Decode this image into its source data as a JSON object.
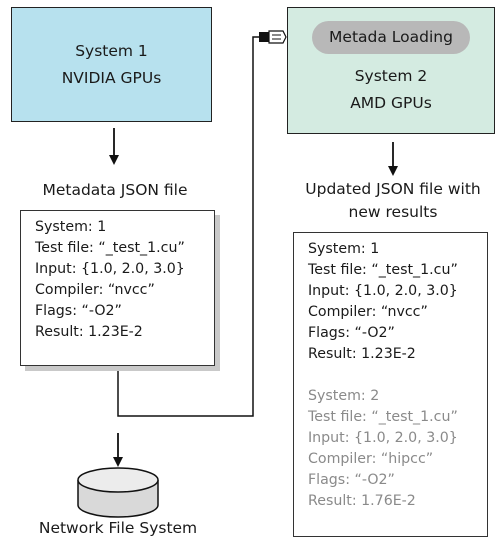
{
  "system1": {
    "line1": "System 1",
    "line2": "NVIDIA GPUs"
  },
  "system2": {
    "pill": "Metada Loading",
    "line1": "System 2",
    "line2": "AMD GPUs"
  },
  "metadata_label": "Metadata JSON file",
  "updated_label": {
    "line1": "Updated JSON file with",
    "line2": "new results"
  },
  "json1": {
    "rows": [
      "System: 1",
      "Test file: “_test_1.cu”",
      "Input:  {1.0, 2.0, 3.0}",
      "Compiler: “nvcc”",
      "Flags:  “-O2”",
      "Result: 1.23E-2"
    ]
  },
  "json2": {
    "rows": [
      "System: 1",
      "Test file: “_test_1.cu”",
      "Input:  {1.0, 2.0, 3.0}",
      "Compiler: “nvcc”",
      "Flags:  “-O2”",
      "Result: 1.23E-2"
    ],
    "rows_new": [
      "System: 2",
      "Test file: “_test_1.cu”",
      "Input:  {1.0, 2.0, 3.0}",
      "Compiler: “hipcc”",
      "Flags:  “-O2”",
      "Result: 1.76E-2"
    ]
  },
  "nfs_label": "Network File System",
  "colors": {
    "system1_fill": "#b7e1ee",
    "system2_fill": "#d4ebe1",
    "pill_fill": "#b8b8b8",
    "new_results_text": "#8a8a8a"
  }
}
